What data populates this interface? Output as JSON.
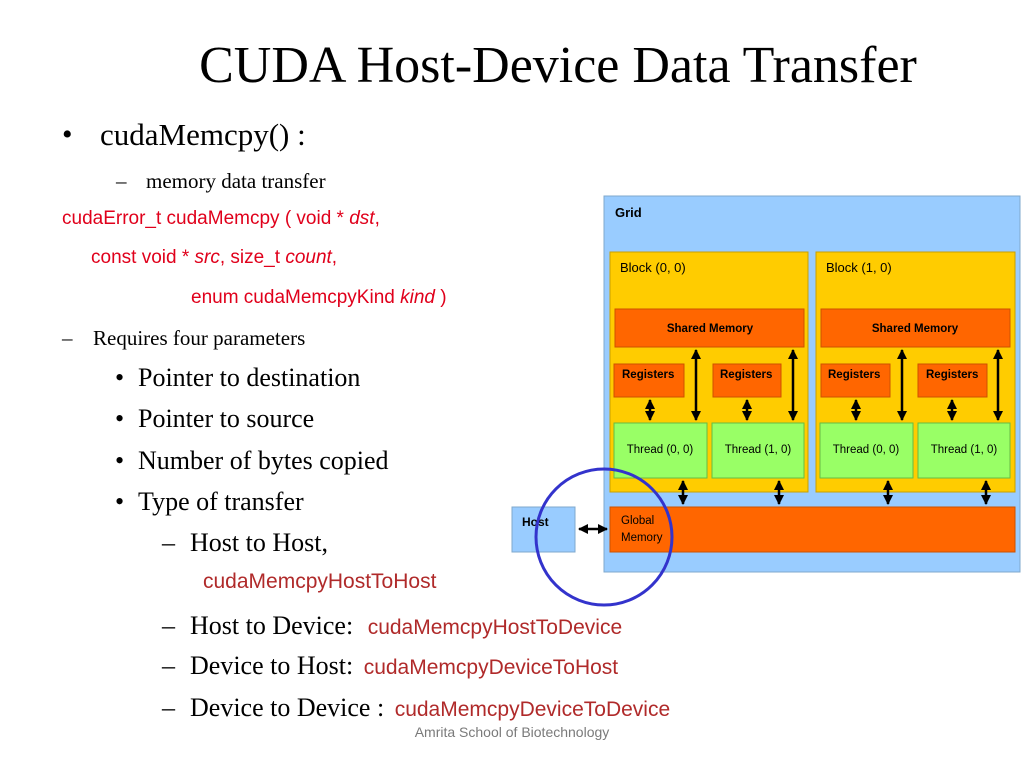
{
  "slide": {
    "title": "CUDA Host-Device Data Transfer",
    "bullet1": "cudaMemcpy() :",
    "sub1": "memory data transfer",
    "signature": {
      "line1_a": "cudaError_t cudaMemcpy ( void * ",
      "line1_b": "dst",
      "line1_c": ",",
      "line2_a": "const void * ",
      "line2_b": "src",
      "line2_c": ", size_t ",
      "line2_d": "count",
      "line2_e": ",",
      "line3_a": "enum cudaMemcpyKind ",
      "line3_b": "kind",
      "line3_c": " )"
    },
    "requires": "Requires four parameters",
    "params": [
      "Pointer to destination",
      "Pointer to source",
      "Number of bytes copied",
      "Type of transfer"
    ],
    "kinds": [
      {
        "label": "Host to Host,",
        "value": "cudaMemcpyHostToHost"
      },
      {
        "label": "Host to Device: ",
        "value": "cudaMemcpyHostToDevice"
      },
      {
        "label": "Device to Host: ",
        "value": "cudaMemcpyDeviceToHost"
      },
      {
        "label": "Device to Device : ",
        "value": "cudaMemcpyDeviceToDevice"
      }
    ],
    "bullet_char": "•",
    "dash_char": "–",
    "footer": "Amrita School of Biotechnology"
  },
  "diagram": {
    "grid_label": "Grid",
    "blocks": [
      {
        "label": "Block (0, 0)",
        "shared": "Shared Memory",
        "registers": [
          "Registers",
          "Registers"
        ],
        "threads": [
          "Thread (0, 0)",
          "Thread (1, 0)"
        ]
      },
      {
        "label": "Block (1, 0)",
        "shared": "Shared Memory",
        "registers": [
          "Registers",
          "Registers"
        ],
        "threads": [
          "Thread (0, 0)",
          "Thread (1, 0)"
        ]
      }
    ],
    "host_label": "Host",
    "global_label_1": "Global",
    "global_label_2": "Memory",
    "colors": {
      "grid": "#99ccff",
      "block": "#ffcc00",
      "memory": "#ff6600",
      "thread": "#99ff66",
      "host": "#99ccff",
      "circle": "#3333cc"
    }
  }
}
